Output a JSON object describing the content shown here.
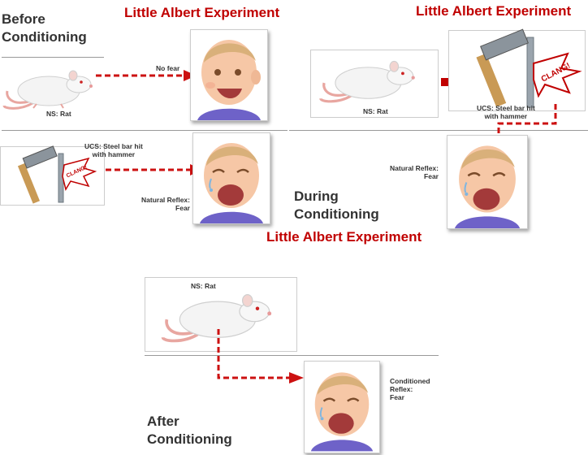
{
  "titles": {
    "before": "Little Albert Experiment",
    "during": "Little Albert Experiment",
    "after": "Little Albert Experiment"
  },
  "phases": {
    "before": [
      "Before",
      "Conditioning"
    ],
    "during": [
      "During",
      "Conditioning"
    ],
    "after": [
      "After",
      "Conditioning"
    ]
  },
  "before_panel": {
    "rat_label": "NS: Rat",
    "arrow_label": "No fear"
  },
  "ucs_panel": {
    "ucs_label": [
      "UCS: Steel bar hit",
      "with hammer"
    ],
    "reflex_label": [
      "Natural Reflex:",
      "Fear"
    ],
    "clang": "CLANG!"
  },
  "during_panel": {
    "rat_label": "NS: Rat",
    "ucs_label": [
      "UCS: Steel bar hit",
      "with hammer"
    ],
    "reflex_label": [
      "Natural Reflex:",
      "Fear"
    ],
    "clang": "CLANG!"
  },
  "after_panel": {
    "rat_label": "NS: Rat",
    "reflex_label": [
      "Conditioned",
      "Reflex:",
      "Fear"
    ]
  },
  "colors": {
    "accent": "#c00000",
    "arrow": "#cc1111",
    "rat": "#f4f4f4",
    "tail": "#e8a6a0",
    "skin": "#f6c7a6",
    "hair": "#d9b07a",
    "shirt": "#6e62c8"
  }
}
